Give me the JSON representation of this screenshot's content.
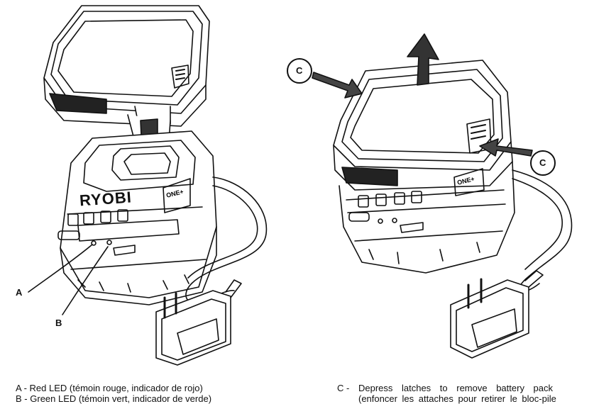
{
  "brand": "RYOBI",
  "one_plus_badge": "ONE+",
  "callouts": {
    "a": "A",
    "b": "B",
    "c": "C"
  },
  "captions": {
    "a": {
      "key": "A -",
      "text": "Red LED (témoin rouge, indicador de rojo)"
    },
    "b": {
      "key": "B -",
      "text": "Green LED (témoin vert, indicador de verde)"
    },
    "c": {
      "key": "C -",
      "text": "Depress latches to remove battery pack"
    },
    "c_fr": {
      "text": "(enfoncer les attaches pour retirer le bloc-pile"
    }
  }
}
